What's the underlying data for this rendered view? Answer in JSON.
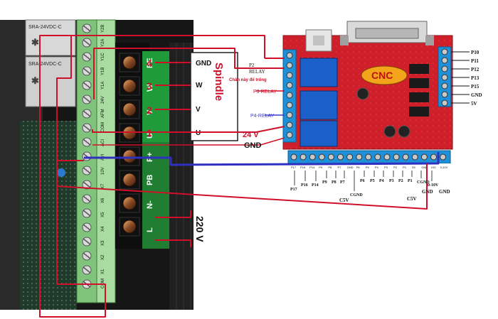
{
  "vfd": {
    "relay_labels": [
      "SRA-24VDC-C",
      "SRA-24VDC-C"
    ],
    "terminal_labels_a": [
      "Y2B",
      "Y2A",
      "Y1C",
      "Y1B",
      "Y1A",
      "24V",
      "AFM",
      "COM",
      "ACI",
      "AVI",
      "10V",
      "X7",
      "X6",
      "X5",
      "X4",
      "X3",
      "X2",
      "X1",
      "COM"
    ],
    "power_terminal_labels": [
      "PE",
      "W",
      "V",
      "U",
      "P+",
      "PB",
      "N-",
      "L"
    ],
    "motor_numbers": [
      "4",
      "3",
      "2",
      "1"
    ]
  },
  "spindle_box": {
    "title": "Spindle",
    "pins": [
      "GND",
      "W",
      "V",
      "U"
    ]
  },
  "labels": {
    "p2": "P2",
    "relay": "RELAY",
    "empty_pin": "Chân này để trống",
    "p3_relay": "P3 RELAY",
    "p4_relay": "P4-RELAY",
    "v24": "24 V",
    "gnd_left": "GND",
    "v220": "220 V"
  },
  "board": {
    "logo": "CNC",
    "right_pins": [
      "P10",
      "P11",
      "P12",
      "P13",
      "P15",
      "GND",
      "5V"
    ],
    "bottom_pins_top": [
      "P17",
      "P16",
      "P14",
      "P9",
      "P8",
      "P7",
      "GND",
      "P6",
      "P5",
      "P4",
      "P3",
      "P2",
      "P1",
      "5V",
      "GND",
      "10V",
      "0-10V"
    ],
    "bottom_pins_under": [
      "P17",
      "P16",
      "P14",
      "P9",
      "P8",
      "P7",
      "CGND",
      "P6",
      "P5",
      "P4",
      "P3",
      "P2",
      "P1",
      "CGND",
      "0-10V"
    ],
    "under_low": [
      "C5V",
      "C5V",
      "GND",
      "GND"
    ]
  },
  "colors": {
    "wire_red": "#d0102a",
    "wire_blue": "#3030c0",
    "terminal_green": "#7fc47a",
    "terminal_blue": "#1e90d8",
    "pcb_red": "#d8222a",
    "label_blue": "#3a3ad0"
  }
}
